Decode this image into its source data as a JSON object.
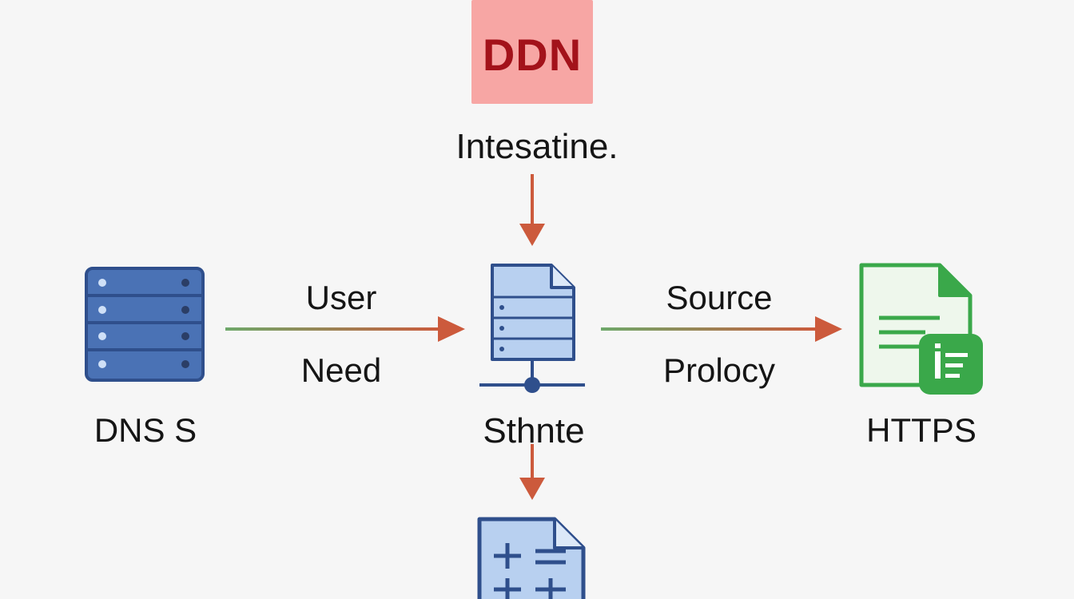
{
  "nodes": {
    "top": {
      "box_text": "DDN",
      "caption": "Intesatine."
    },
    "left": {
      "caption": "DNS S",
      "icon": "server-rack-icon"
    },
    "center": {
      "caption": "Sthnte",
      "icon": "document-server-icon"
    },
    "right": {
      "caption": "HTTPS",
      "icon": "green-document-icon"
    },
    "bottom": {
      "icon": "calculator-document-icon"
    }
  },
  "edges": {
    "left_to_center": {
      "label_top": "User",
      "label_bottom": "Need"
    },
    "center_to_right": {
      "label_top": "Source",
      "label_bottom": "Prolocy"
    }
  },
  "colors": {
    "ddn_box": "#f7a6a4",
    "ddn_text": "#a3121a",
    "arrow": "#cc5a3c",
    "arrow_start": "#6ea86a",
    "server_blue": "#4a72b5",
    "server_dark": "#2f4f8c",
    "doc_fill": "#b8d0f0",
    "green": "#3aa84a",
    "green_light": "#dff0dc"
  }
}
